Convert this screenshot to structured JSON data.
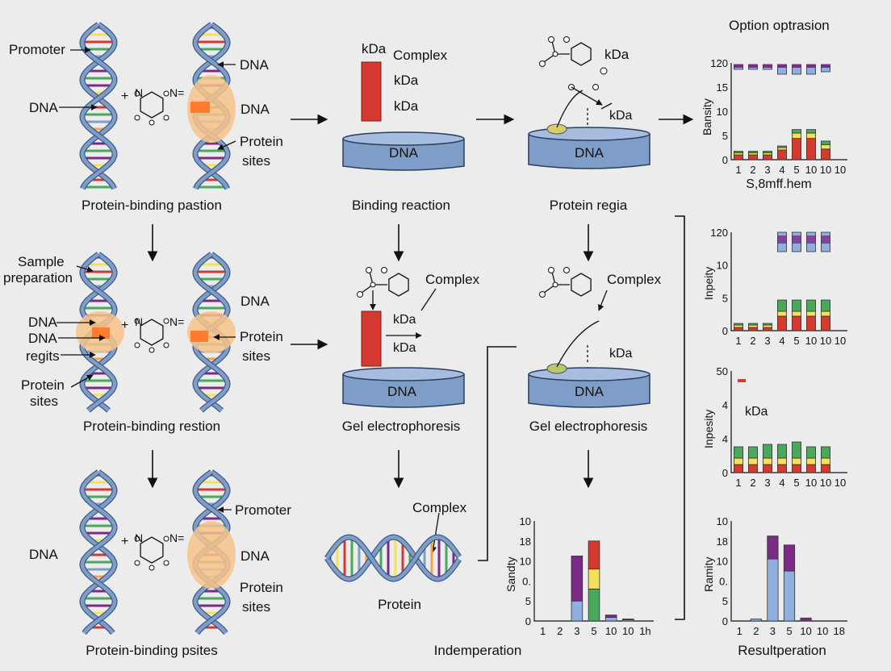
{
  "colors": {
    "background": "#ececec",
    "helix": "#7f9dc9",
    "helix_dark": "#3d5a85",
    "dish": "#7f9dc9",
    "red": "#d43a2f",
    "orange": "#f5a14a",
    "yellow": "#f5e05a",
    "green": "#49a85a",
    "purple": "#7b2b86",
    "blue": "#7f9dc9",
    "bar_blue": "#8fb0de"
  },
  "col1": {
    "row1": {
      "promoter": "Promoter",
      "dna_left": "DNA",
      "dna_right": "DNA",
      "dna_right2": "DNA",
      "protein": "Protein",
      "sites": "sites",
      "caption": "Protein-binding pastion"
    },
    "row2": {
      "sample": "Sample",
      "preparation": "preparation",
      "dna_a": "DNA",
      "dna_b": "DNA",
      "regits": "regits",
      "protein_left": "Protein",
      "sites_left": "sites",
      "dna_right": "DNA",
      "protein_right": "Protein",
      "sites_right": "sites",
      "caption": "Protein-binding restion"
    },
    "row3": {
      "dna_left": "DNA",
      "promoter": "Promoter",
      "dna_right": "DNA",
      "protein": "Protein",
      "sites": "sites",
      "caption": "Protein-binding psites"
    },
    "molecule": {
      "plus": "+",
      "n1": "N",
      "n2": "N="
    }
  },
  "col2": {
    "row1": {
      "kda_top": "kDa",
      "complex": "Complex",
      "kda1": "kDa",
      "kda2": "kDa",
      "dish": "DNA",
      "caption": "Binding reaction"
    },
    "row2": {
      "complex": "Complex",
      "kda1": "kDa",
      "kda2": "kDa",
      "dish": "DNA",
      "caption": "Gel electrophoresis"
    },
    "row3": {
      "complex": "Complex",
      "caption": "Protein"
    }
  },
  "col3": {
    "row1": {
      "kda_top": "kDa",
      "kda": "kDa",
      "dish": "DNA",
      "caption": "Protein regia"
    },
    "row2": {
      "complex": "Complex",
      "kda": "kDa",
      "dish": "DNA",
      "caption": "Gel electrophoresis"
    }
  },
  "title_top_right": "Option optrasion",
  "bottom_left_caption": "Indemperation",
  "bottom_right_caption": "Resultperation",
  "chart_data": [
    {
      "type": "bar",
      "id": "chart1",
      "ylabel": "Bansity",
      "xlabel": "S,8mff.hem",
      "yticks": [
        "120",
        "15",
        "10",
        "5",
        "0"
      ],
      "categories": [
        "1",
        "2",
        "3",
        "4",
        "5",
        "10",
        "10",
        "10"
      ],
      "series": [
        {
          "name": "",
          "values": [
            1,
            1,
            1,
            2,
            2,
            2,
            1
          ]
        }
      ]
    },
    {
      "type": "bar",
      "id": "chart2",
      "ylabel": "Inpeity",
      "xlabel": "",
      "yticks": [
        "120",
        "10",
        "5",
        "0"
      ],
      "categories": [
        "1",
        "2",
        "3",
        "4",
        "5",
        "10",
        "10",
        "10"
      ],
      "series": [
        {
          "name": "",
          "values": [
            1,
            1,
            1,
            3,
            3,
            3,
            3
          ]
        }
      ]
    },
    {
      "type": "bar",
      "id": "chart3",
      "ylabel": "Inpesity",
      "xlabel": "",
      "annotation": "kDa",
      "yticks": [
        "50",
        "4",
        "4",
        "0"
      ],
      "categories": [
        "1",
        "2",
        "3",
        "4",
        "5",
        "10",
        "10",
        "10"
      ],
      "series": [
        {
          "name": "",
          "values": [
            2,
            2,
            3,
            3,
            4,
            2,
            2
          ]
        }
      ]
    },
    {
      "type": "bar",
      "id": "chart4",
      "ylabel": "Sandty",
      "xlabel": "",
      "yticks": [
        "10",
        "18",
        "10",
        "0.",
        "5",
        "0"
      ],
      "categories": [
        "1",
        "2",
        "3",
        "5",
        "10",
        "10",
        "1h"
      ],
      "series": [
        {
          "name": "",
          "values": [
            0,
            0,
            6.5,
            9,
            0.6,
            0.2
          ]
        }
      ]
    },
    {
      "type": "bar",
      "id": "chart5",
      "ylabel": "Ramity",
      "xlabel": "",
      "yticks": [
        "10",
        "18",
        "10",
        "0.",
        "5",
        "0"
      ],
      "categories": [
        "1",
        "2",
        "3",
        "5",
        "10",
        "10",
        "18"
      ],
      "series": [
        {
          "name": "",
          "values": [
            0,
            0.2,
            8.5,
            7,
            0.3
          ]
        }
      ]
    }
  ]
}
